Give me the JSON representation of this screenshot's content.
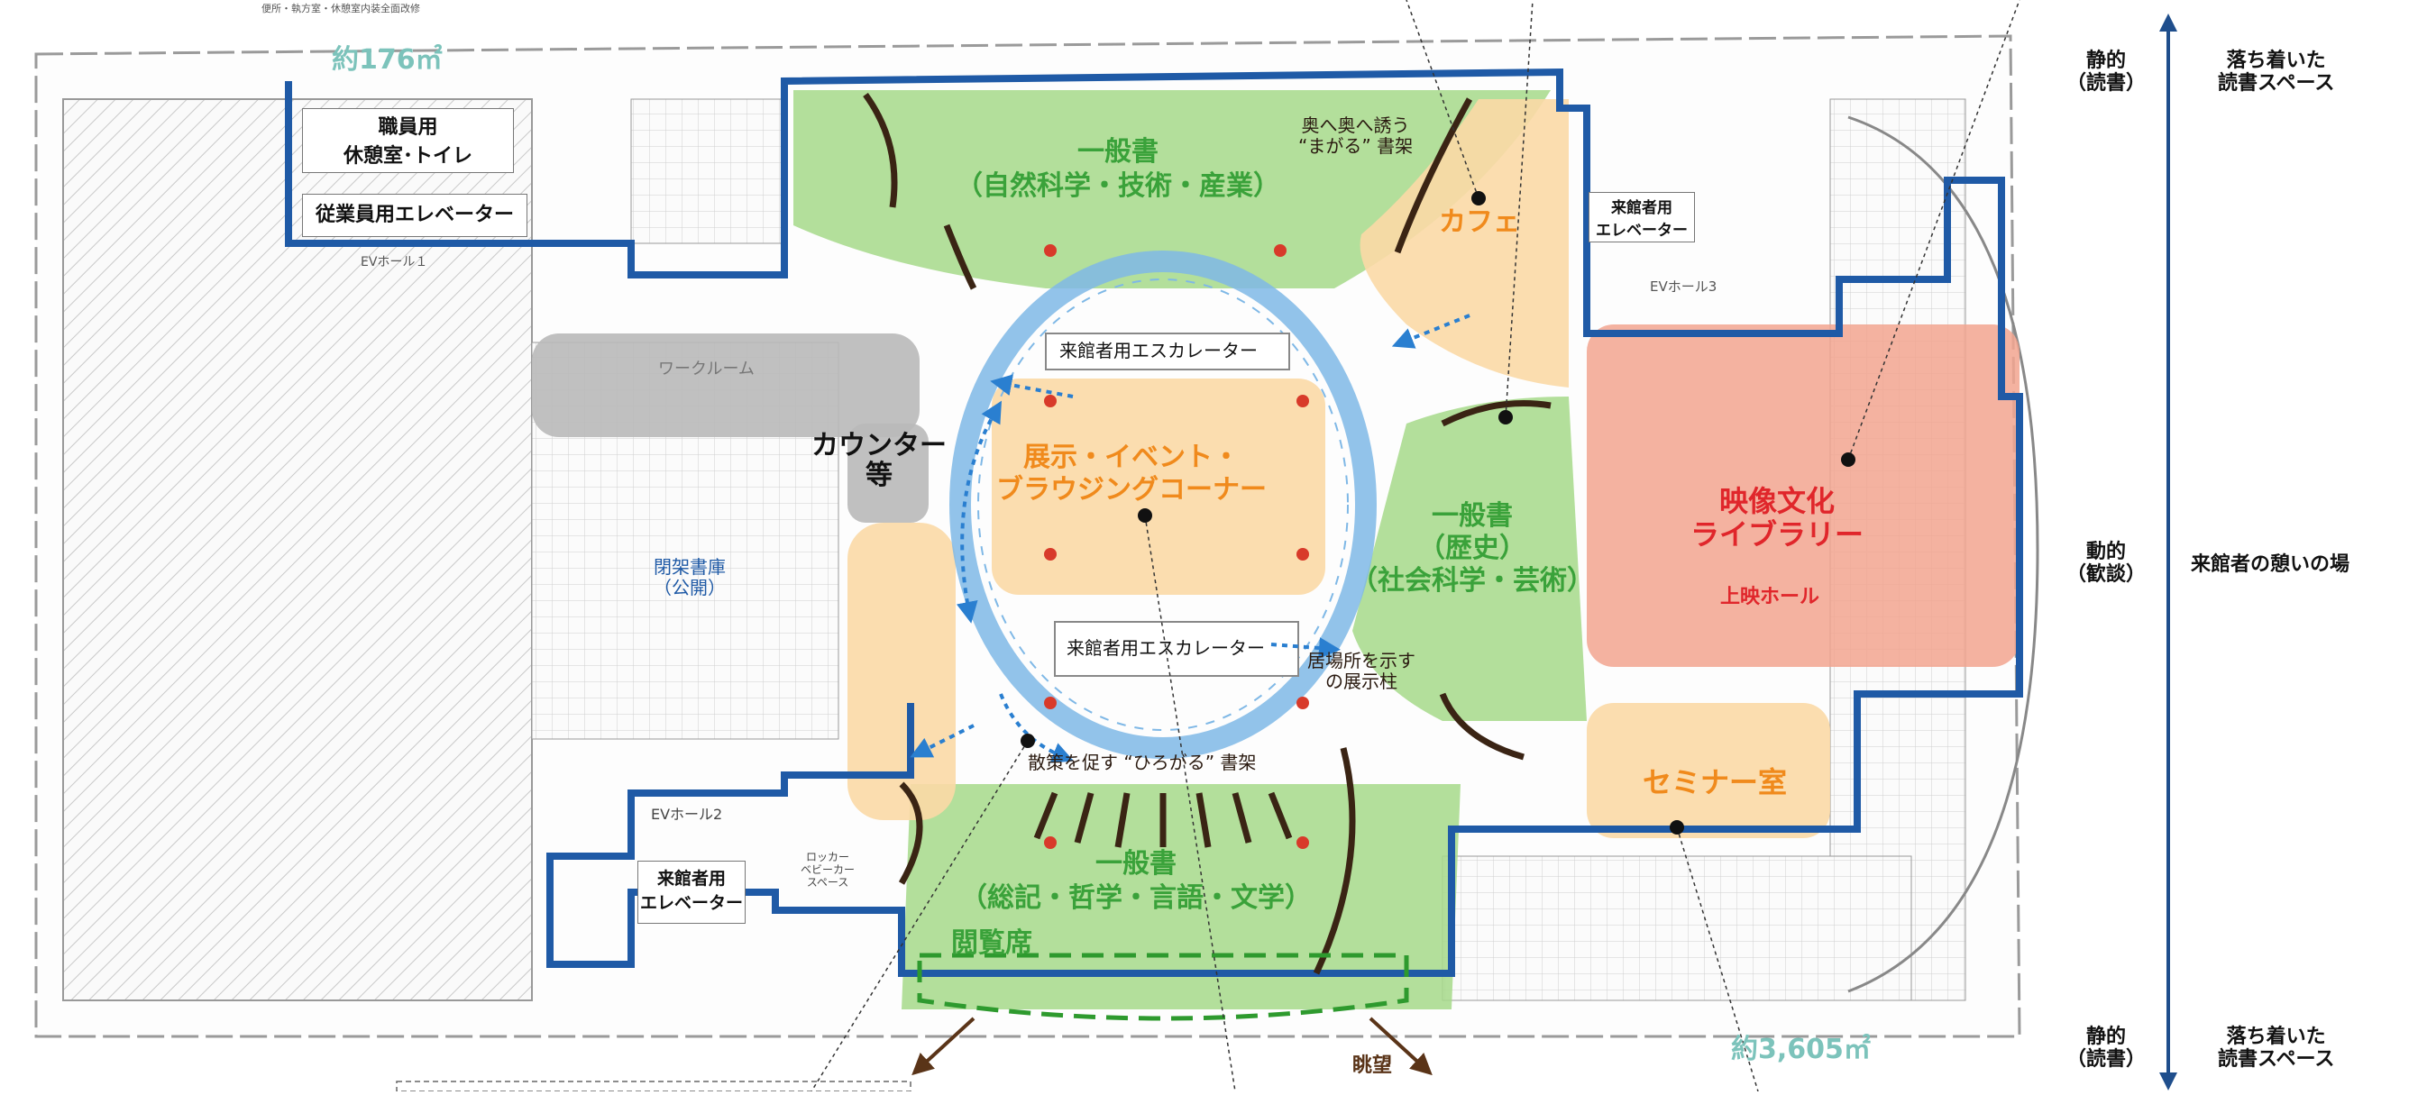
{
  "header": {
    "small_note": "便所・執方室・休憩室内装全面改修"
  },
  "areas": {
    "left_area": "約176㎡",
    "total_area": "約3,605㎡"
  },
  "staff": {
    "rest_room": "職員用\n休憩室･トイレ",
    "staff_elevator": "従業員用エレベーター",
    "ev_hall1": "EVホール１",
    "work_room": "ワークルーム",
    "counter": "カウンター\n等",
    "closed_stacks": "閉架書庫\n（公開）",
    "visitor_elevator_left": "来館者用\nエレベーター",
    "ev_hall2": "EVホール2",
    "locker": "ロッカー\nベビーカー\nスペース"
  },
  "zones": {
    "general_natural": "一般書\n（自然科学・技術・産業）",
    "general_history": "一般書\n（歴史）\n（社会科学・芸術）",
    "general_total": "一般書\n（総記・哲学・言語・文学）",
    "reading_seats": "閲覧席",
    "exhibition": "展示・イベント・\nブラウジングコーナー",
    "cafe": "カフェ",
    "video_library": "映像文化\nライブラリー",
    "screening_hall": "上映ホール",
    "seminar": "セミナー室"
  },
  "escalators": {
    "top": "来館者用エスカレーター",
    "bottom": "来館者用エスカレーター"
  },
  "annotations": {
    "magaru": "奥へ奥へ誘う\n“まがる” 書架",
    "hirogaru": "散策を促す “ひろがる” 書架",
    "pillar": "居場所を示す\nの展示柱",
    "view": "眺望",
    "visitor_elevator_right": "来館者用\nエレベーター",
    "ev_hall3": "EVホール3"
  },
  "legend": {
    "top_left": "静的\n（読書）",
    "top_right": "落ち着いた\n読書スペース",
    "mid_left": "動的\n（歓談）",
    "mid_right": "来館者の憩いの場",
    "bottom_left": "静的\n（読書）",
    "bottom_right": "落ち着いた\n読書スペース"
  },
  "colors": {
    "green_zone": "#a6d98a",
    "orange_zone": "#fbd9a6",
    "red_zone": "#f2a58f",
    "gray_zone": "#b9b9b9",
    "ring": "#7fb8e6",
    "outline_blue": "#1f5aa6",
    "arrow_blue": "#2a7fd0",
    "shelf_brown": "#3a2414"
  }
}
